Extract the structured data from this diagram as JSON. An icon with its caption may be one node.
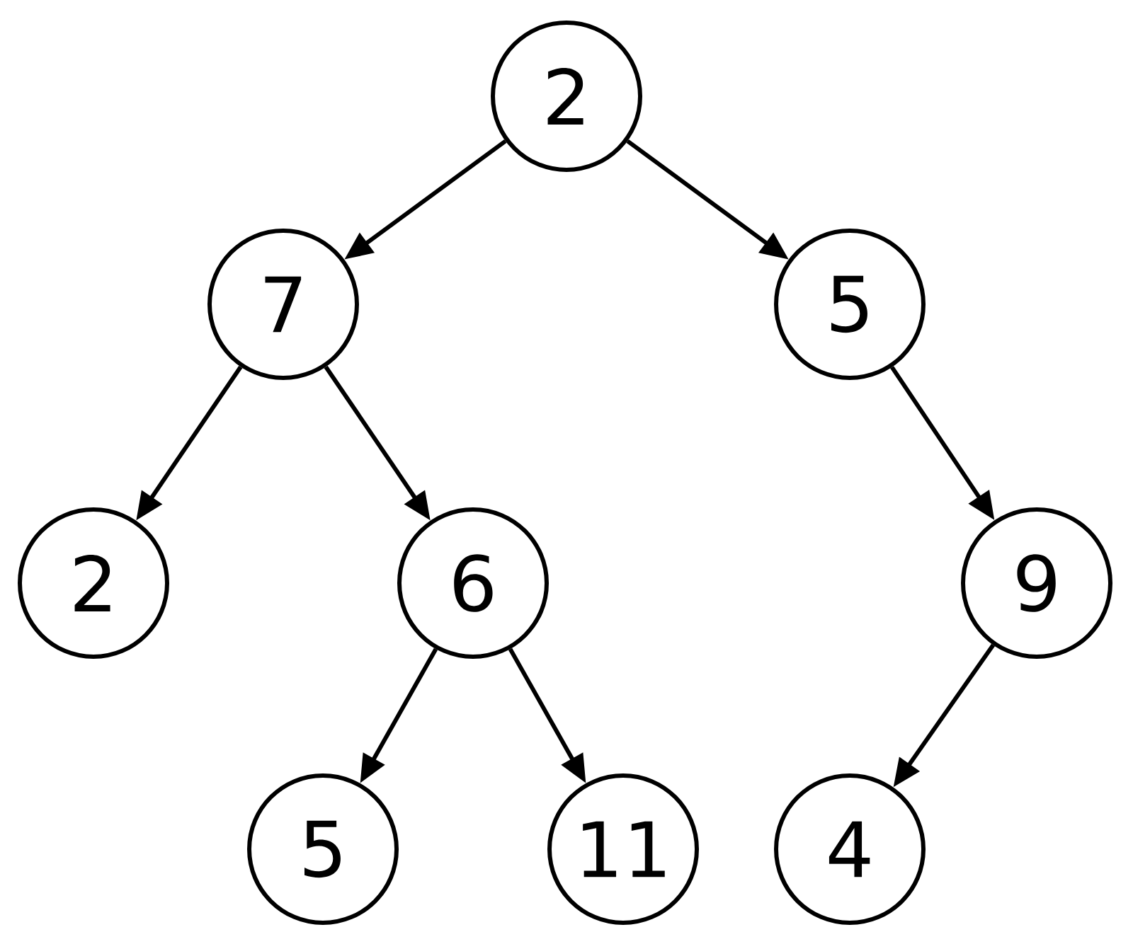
{
  "diagram": {
    "nodes": [
      {
        "text": [
          "2"
        ]
      },
      {
        "text": [
          "7"
        ]
      },
      {
        "text": [
          "5"
        ]
      },
      {
        "text": [
          "2"
        ]
      },
      {
        "text": [
          "6"
        ]
      },
      {
        "text": [
          "9"
        ]
      },
      {
        "text": [
          "5"
        ]
      },
      {
        "text": [
          "11"
        ]
      },
      {
        "text": [
          "4"
        ]
      }
    ],
    "edges": [
      {
        "from": 0,
        "to": 1,
        "arrow": "to"
      },
      {
        "from": 0,
        "to": 2,
        "arrow": "to"
      },
      {
        "from": 1,
        "to": 3,
        "arrow": "to"
      },
      {
        "from": 1,
        "to": 4,
        "arrow": "to"
      },
      {
        "from": 2,
        "to": 5,
        "arrow": "to"
      },
      {
        "from": 4,
        "to": 6,
        "arrow": "to"
      },
      {
        "from": 4,
        "to": 7,
        "arrow": "to"
      },
      {
        "from": 5,
        "to": 8,
        "arrow": "to"
      }
    ]
  }
}
